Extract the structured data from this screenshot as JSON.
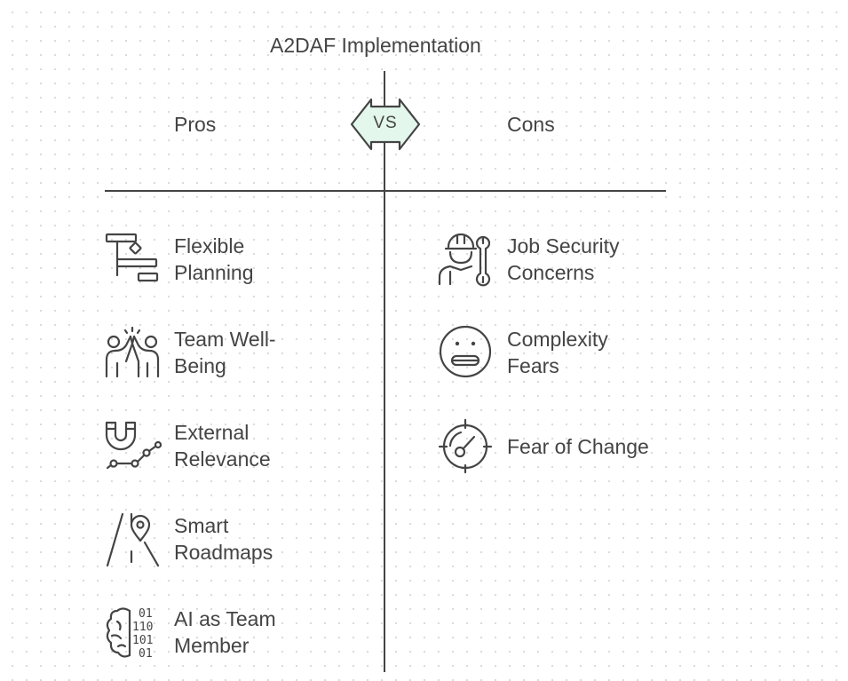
{
  "title": "A2DAF Implementation",
  "vs_label": "VS",
  "vs_badge_fill": "#e3f7ec",
  "pros": {
    "heading": "Pros",
    "items": [
      {
        "line1": "Flexible",
        "line2": "Planning",
        "icon": "gantt-chart-icon"
      },
      {
        "line1": "Team Well-",
        "line2": "Being",
        "icon": "high-five-icon"
      },
      {
        "line1": "External",
        "line2": "Relevance",
        "icon": "magnet-trend-icon"
      },
      {
        "line1": "Smart",
        "line2": "Roadmaps",
        "icon": "road-location-pin-icon"
      },
      {
        "line1": "AI as Team",
        "line2": "Member",
        "icon": "ai-brain-binary-icon"
      }
    ]
  },
  "cons": {
    "heading": "Cons",
    "items": [
      {
        "line1": "Job Security",
        "line2": "Concerns",
        "icon": "worker-wrench-icon"
      },
      {
        "line1": "Complexity",
        "line2": "Fears",
        "icon": "grimace-face-icon"
      },
      {
        "line1": "Fear of Change",
        "icon": "target-gauge-icon"
      }
    ]
  }
}
